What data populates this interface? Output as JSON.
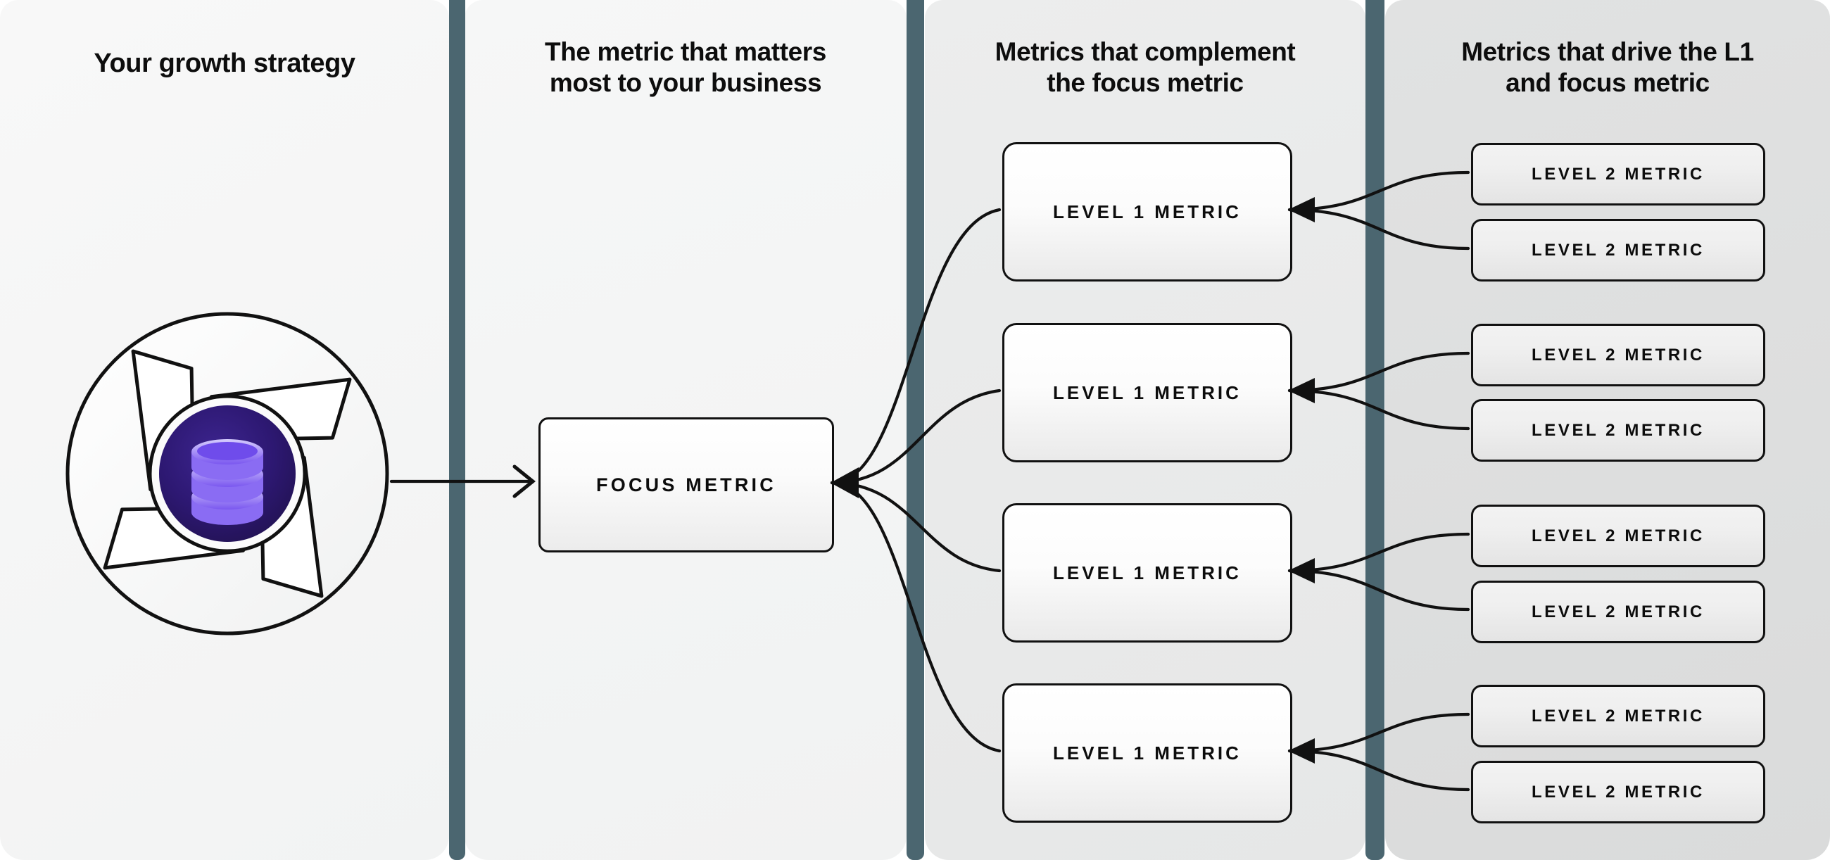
{
  "columns": [
    {
      "id": "growth-strategy",
      "title": "Your growth strategy"
    },
    {
      "id": "focus-metric",
      "title": "The metric that matters\nmost to your business"
    },
    {
      "id": "complement",
      "title": "Metrics that complement\nthe focus metric"
    },
    {
      "id": "drivers",
      "title": "Metrics that drive the L1\nand focus metric"
    }
  ],
  "logo": {
    "name": "database-pinwheel-icon",
    "core_color": "#2b1668",
    "disc_color": "#7c5cf0",
    "disc_highlight": "#c9bbfb",
    "blade_color": "#fbfbfb",
    "stroke_color": "#111111"
  },
  "focus": {
    "label": "FOCUS METRIC"
  },
  "level1": [
    {
      "label": "LEVEL 1 METRIC"
    },
    {
      "label": "LEVEL 1 METRIC"
    },
    {
      "label": "LEVEL 1 METRIC"
    },
    {
      "label": "LEVEL 1 METRIC"
    }
  ],
  "level2": [
    {
      "label": "LEVEL 2 METRIC"
    },
    {
      "label": "LEVEL 2 METRIC"
    },
    {
      "label": "LEVEL 2 METRIC"
    },
    {
      "label": "LEVEL 2 METRIC"
    },
    {
      "label": "LEVEL 2 METRIC"
    },
    {
      "label": "LEVEL 2 METRIC"
    },
    {
      "label": "LEVEL 2 METRIC"
    },
    {
      "label": "LEVEL 2 METRIC"
    }
  ],
  "colors": {
    "separator": "#4b6670",
    "panel1_bg": "#f6f7f7",
    "panel2_bg": "#f4f5f5",
    "panel3_bg": "#e9eaea",
    "panel4_bg": "#dedfdf",
    "line": "#111111",
    "text": "#0d0d0d"
  },
  "connectors": {
    "arrow_source_to_focus": "straight-arrow",
    "focus_to_level1": "bezier-fan",
    "level1_to_level2": "bezier-fork"
  }
}
